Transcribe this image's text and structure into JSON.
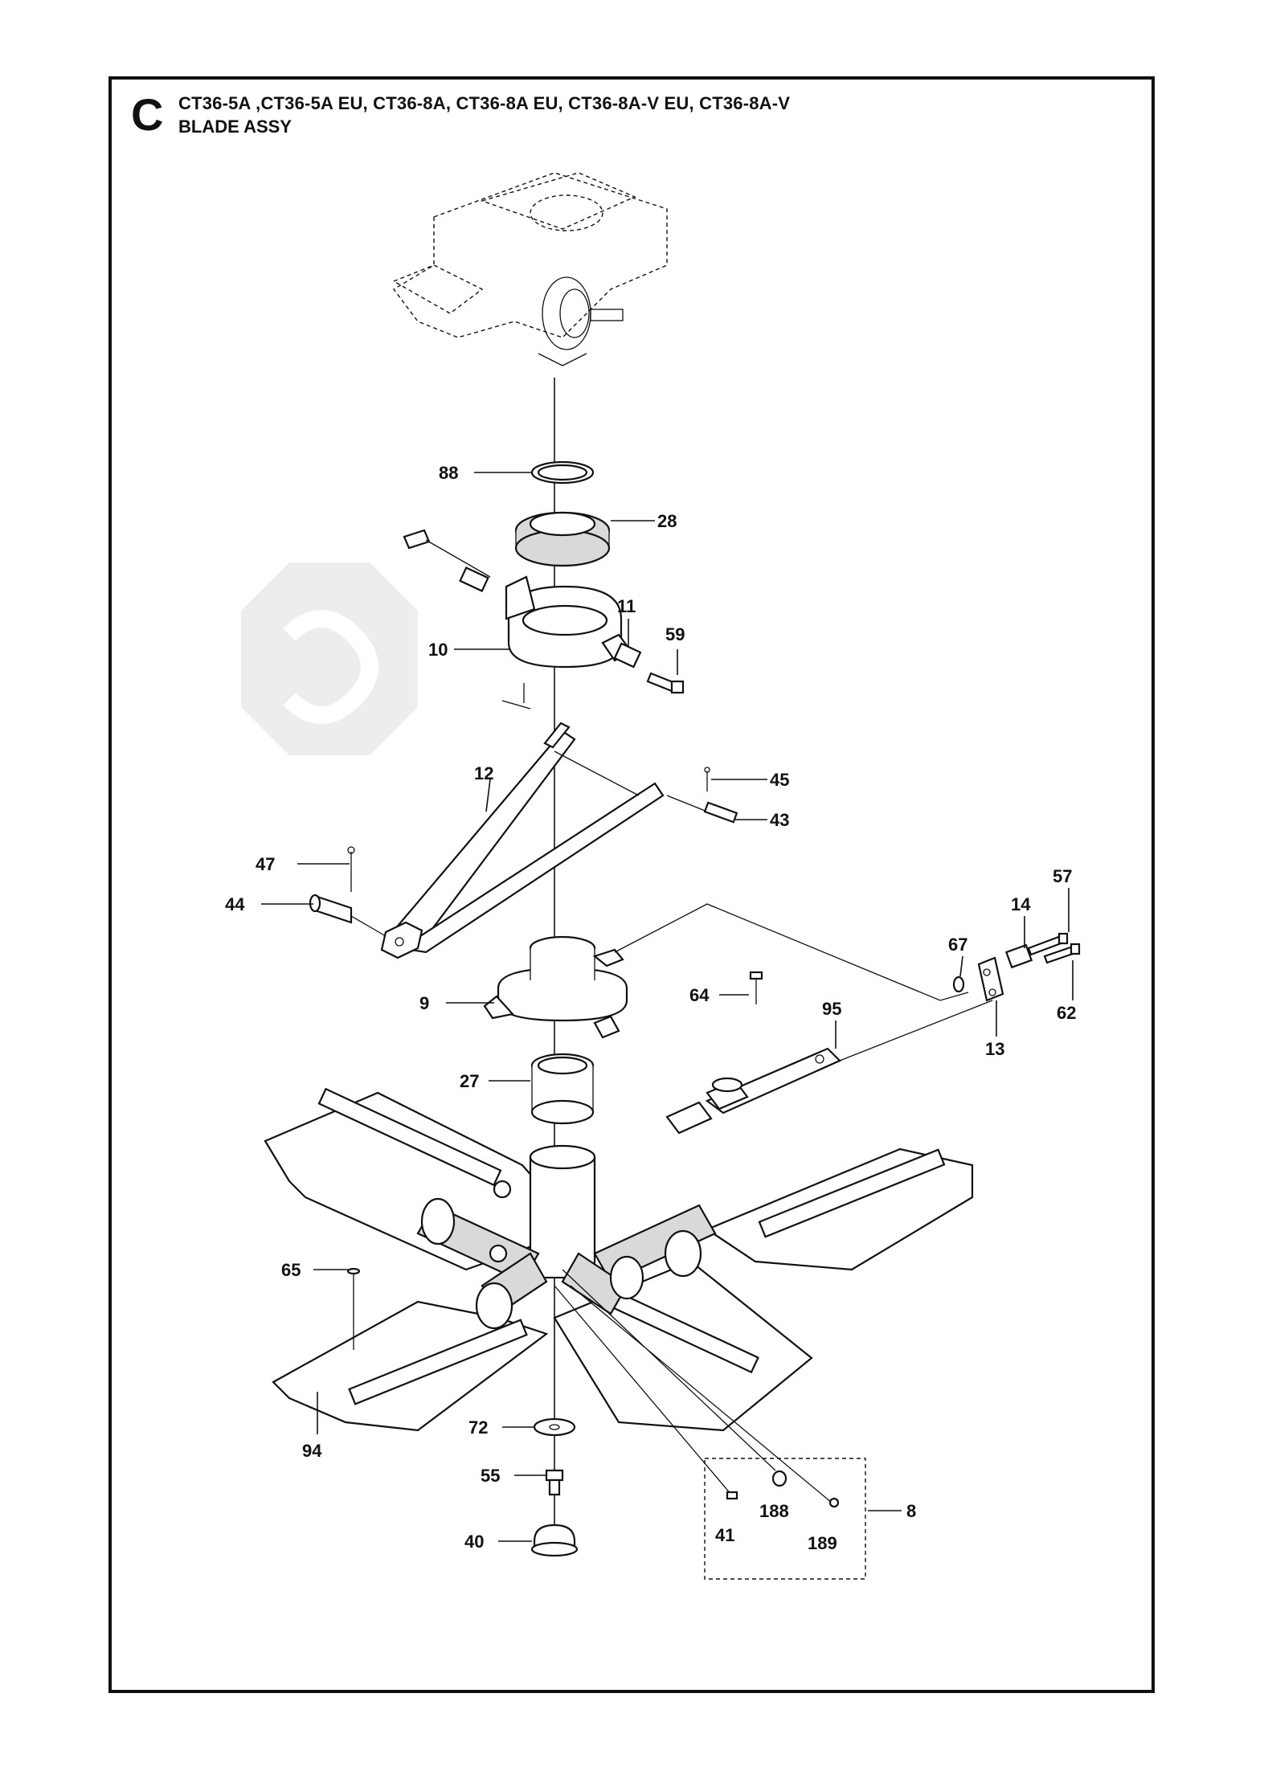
{
  "header": {
    "section_letter": "C",
    "models": "CT36-5A ,CT36-5A EU, CT36-8A, CT36-8A EU, CT36-8A-V EU, CT36-8A-V",
    "assembly": "BLADE ASSY"
  },
  "callouts": [
    {
      "id": "88"
    },
    {
      "id": "28"
    },
    {
      "id": "11"
    },
    {
      "id": "59"
    },
    {
      "id": "10"
    },
    {
      "id": "12"
    },
    {
      "id": "45"
    },
    {
      "id": "43"
    },
    {
      "id": "47"
    },
    {
      "id": "44"
    },
    {
      "id": "57"
    },
    {
      "id": "14"
    },
    {
      "id": "67"
    },
    {
      "id": "9"
    },
    {
      "id": "64"
    },
    {
      "id": "95"
    },
    {
      "id": "62"
    },
    {
      "id": "13"
    },
    {
      "id": "27"
    },
    {
      "id": "65"
    },
    {
      "id": "94"
    },
    {
      "id": "72"
    },
    {
      "id": "55"
    },
    {
      "id": "40"
    },
    {
      "id": "41"
    },
    {
      "id": "188"
    },
    {
      "id": "189"
    },
    {
      "id": "8"
    }
  ],
  "colors": {
    "ink": "#111111",
    "fill": "#ffffff",
    "shade": "#d9d9d9",
    "watermark": "#ececec"
  }
}
